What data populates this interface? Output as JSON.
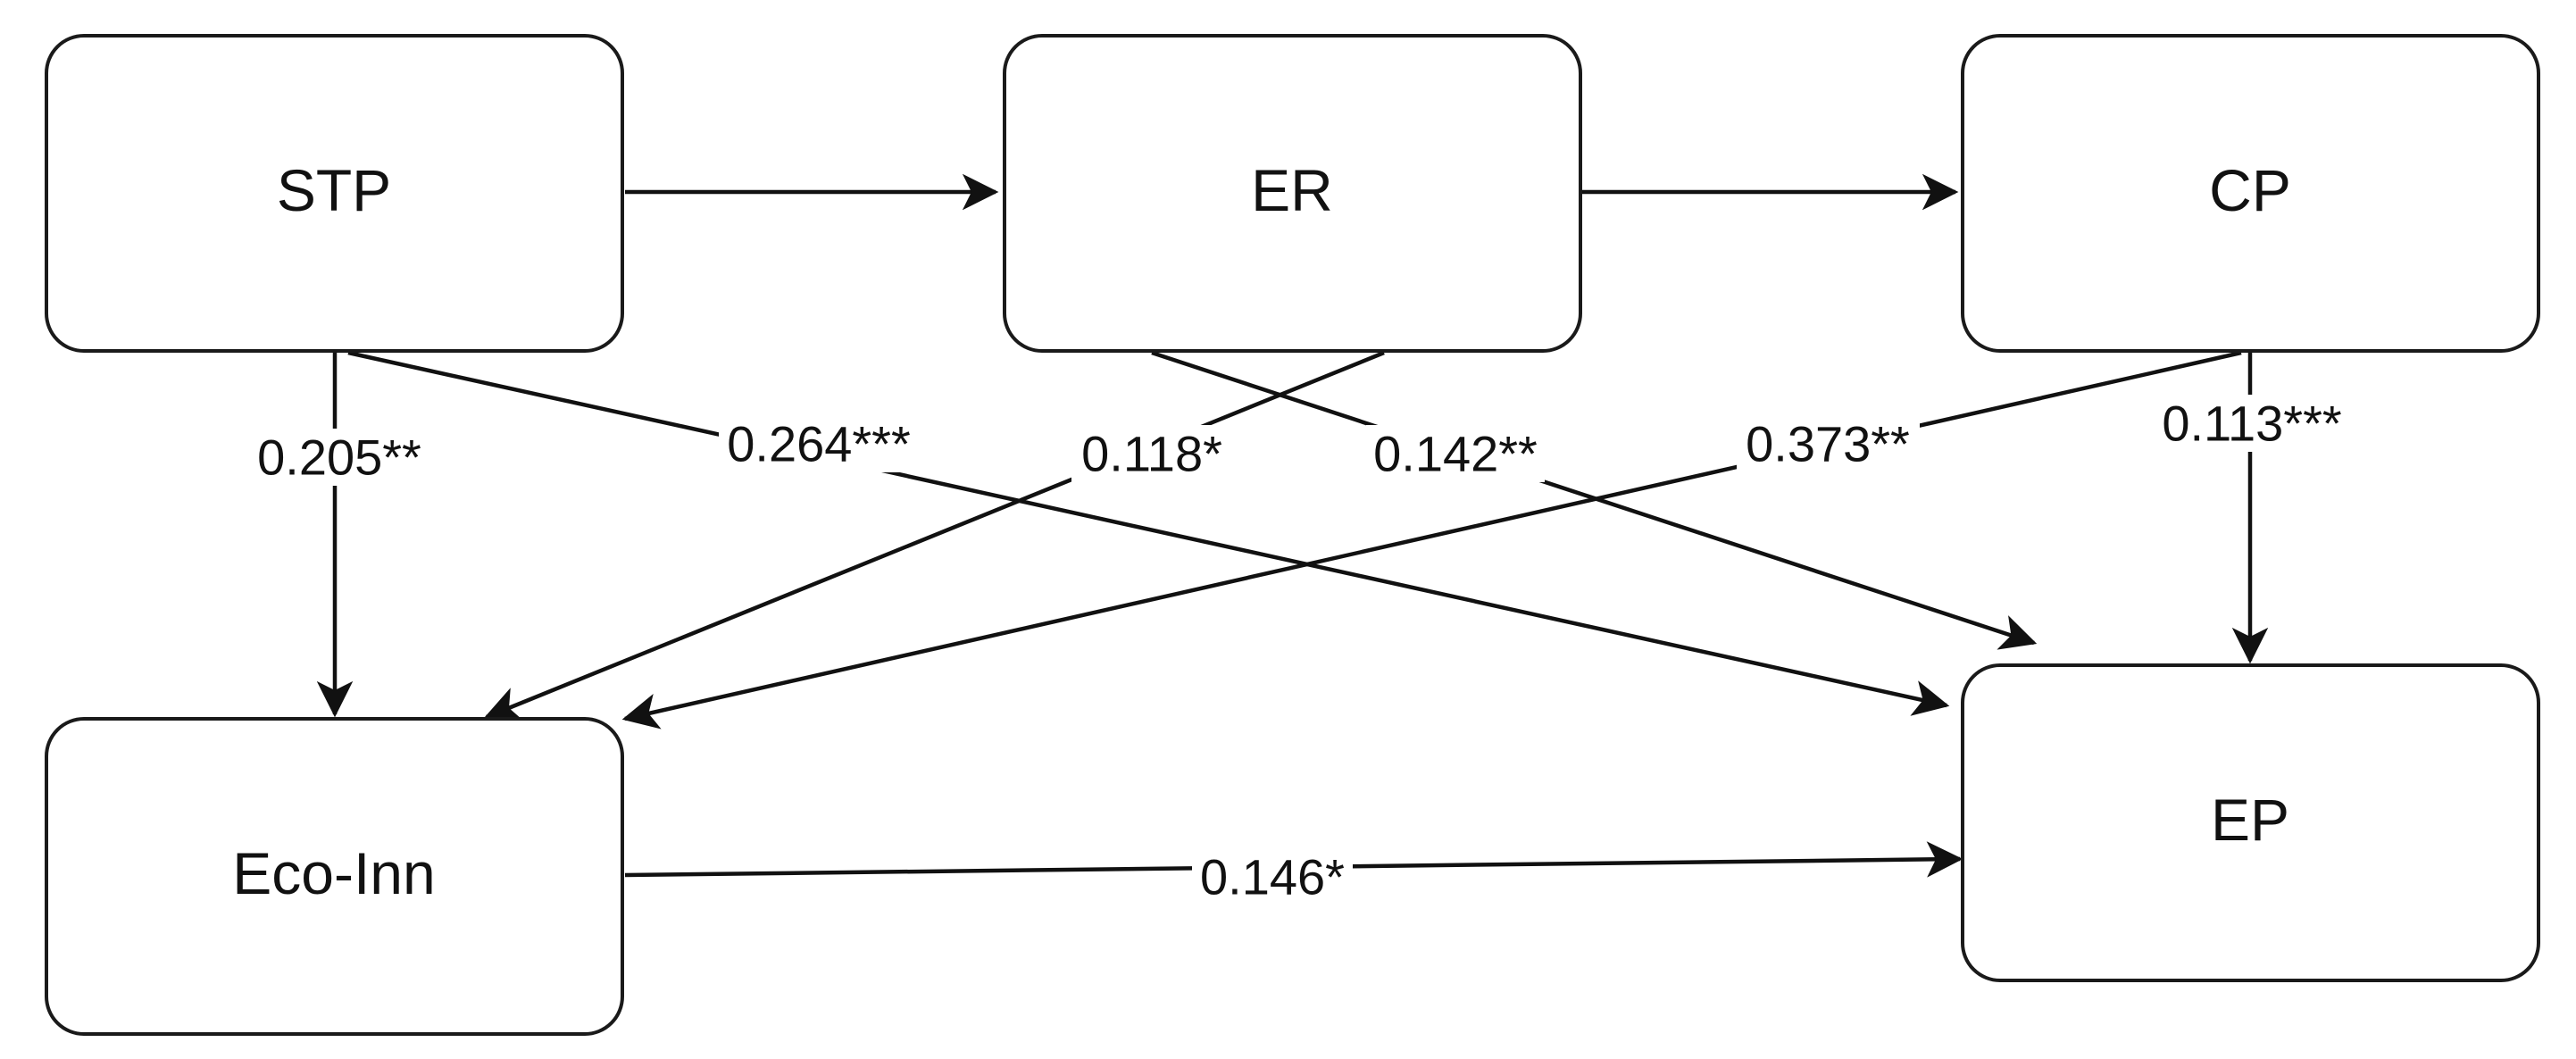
{
  "nodes": {
    "stp": "STP",
    "er": "ER",
    "cp": "CP",
    "eco_inn": "Eco-Inn",
    "ep": "EP"
  },
  "edges": [
    {
      "from": "STP",
      "to": "ER",
      "label": ""
    },
    {
      "from": "ER",
      "to": "CP",
      "label": ""
    },
    {
      "from": "STP",
      "to": "Eco-Inn",
      "label": "0.205**"
    },
    {
      "from": "STP",
      "to": "EP",
      "label": "0.264***"
    },
    {
      "from": "ER",
      "to": "Eco-Inn",
      "label": "0.118*"
    },
    {
      "from": "ER",
      "to": "EP",
      "label": "0.142**"
    },
    {
      "from": "CP",
      "to": "Eco-Inn",
      "label": "0.373**"
    },
    {
      "from": "CP",
      "to": "EP",
      "label": "0.113***"
    },
    {
      "from": "Eco-Inn",
      "to": "EP",
      "label": "0.146*"
    }
  ]
}
